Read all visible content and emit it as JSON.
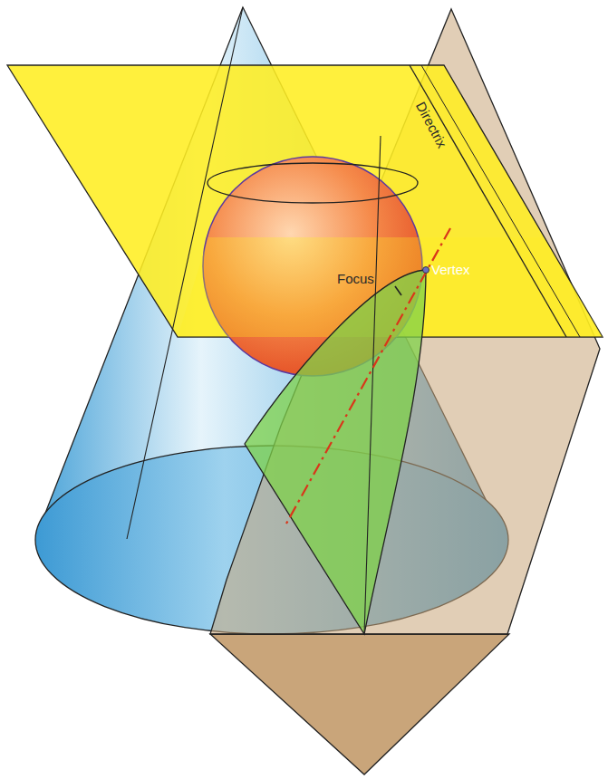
{
  "diagram": {
    "labels": [
      "Directrix",
      "Vertex",
      "Focus"
    ]
  }
}
